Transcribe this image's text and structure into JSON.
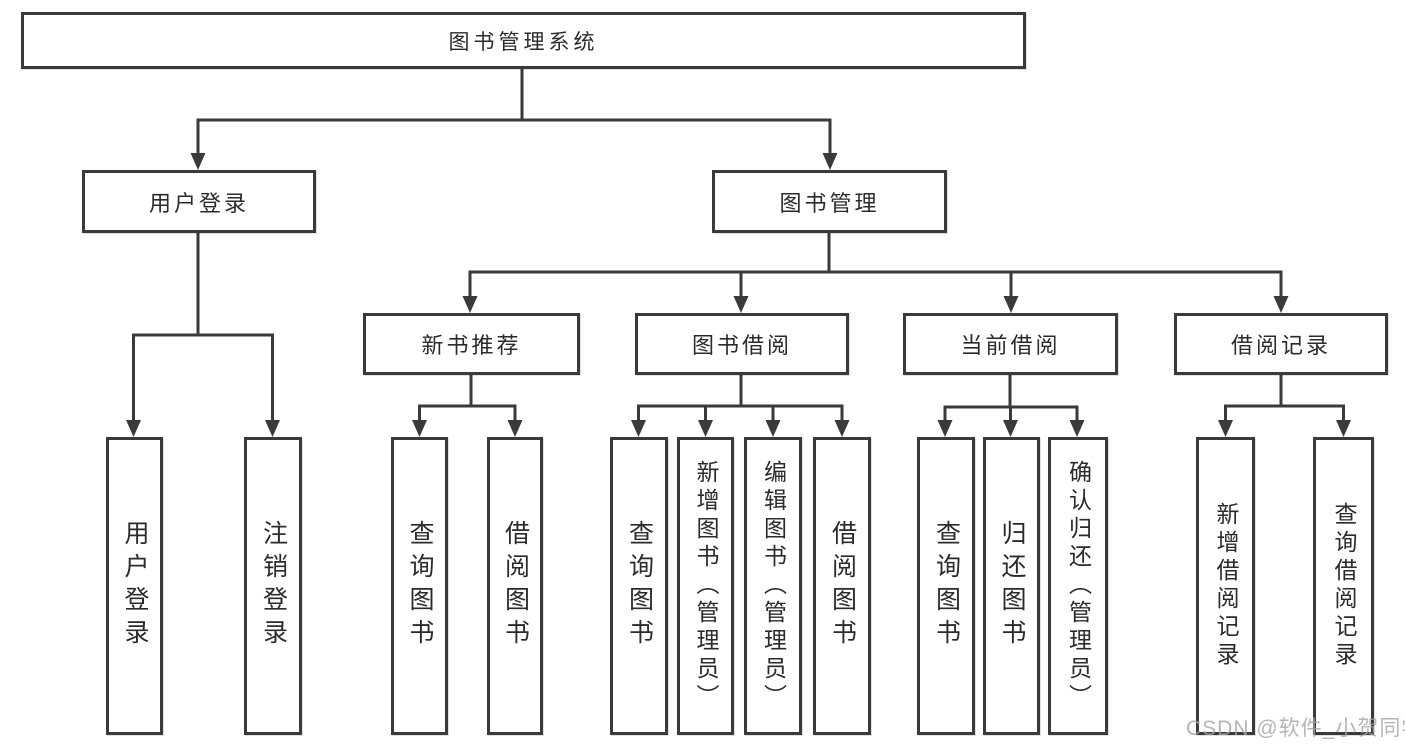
{
  "watermark": "CSDN @软件_小贺同学",
  "colors": {
    "line": "#3a3a3a",
    "box_border": "#3a3a3a",
    "box_background": "#ffffff",
    "text": "#2b2b2b",
    "watermark": "#a5a5a5"
  },
  "tree": {
    "root": {
      "label": "图书管理系统"
    },
    "branches": [
      {
        "label": "用户登录",
        "children": [
          "用户登录",
          "注销登录"
        ]
      },
      {
        "label": "图书管理",
        "sections": [
          {
            "label": "新书推荐",
            "children": [
              "查询图书",
              "借阅图书"
            ]
          },
          {
            "label": "图书借阅",
            "children": [
              "查询图书",
              "新增图书（管理员）",
              "编辑图书（管理员）",
              "借阅图书"
            ]
          },
          {
            "label": "当前借阅",
            "children": [
              "查询图书",
              "归还图书",
              "确认归还（管理员）"
            ]
          },
          {
            "label": "借阅记录",
            "children": [
              "新增借阅记录",
              "查询借阅记录"
            ]
          }
        ]
      }
    ]
  }
}
